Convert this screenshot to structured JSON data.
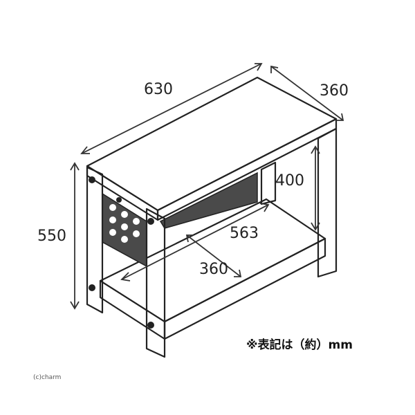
{
  "dimensions": {
    "width": "630",
    "depth": "360",
    "height": "550",
    "shelf_gap": "400",
    "inner_width": "563",
    "inner_depth": "360"
  },
  "note": "※表記は（約）mm",
  "copyright": "(c)charm",
  "colors": {
    "line": "#222222",
    "panel": "#555555",
    "shelf_fill": "#ffffff"
  }
}
